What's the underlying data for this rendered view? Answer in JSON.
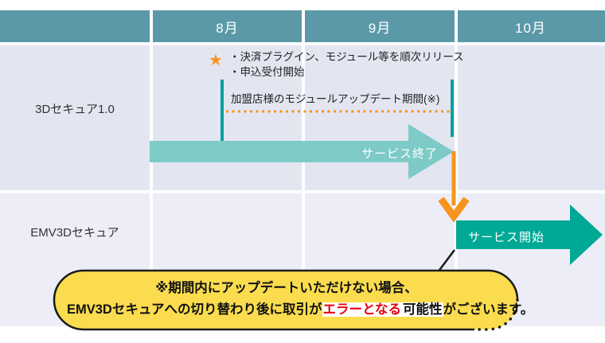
{
  "header": {
    "months": [
      "8月",
      "9月",
      "10月"
    ]
  },
  "rows": [
    {
      "label": "3Dセキュア1.0"
    },
    {
      "label": "EMV3Dセキュア"
    }
  ],
  "timeline": {
    "star_icon": "★",
    "release_note_line1": "・決済プラグイン、モジュール等を順次リリース",
    "release_note_line2": "・申込受付開始",
    "update_period_label": "加盟店様のモジュールアップデート期間(※)",
    "service_end_label": "サービス終了",
    "service_start_label": "サービス開始"
  },
  "callout": {
    "line1": "※期間内にアップデートいただけない場合、",
    "line2_before": "EMV3Dセキュアへの切り替わり後に取引が",
    "line2_error": "エラーとなる",
    "line2_emphasis": "可能性",
    "line2_after": "がございます。"
  },
  "colors": {
    "header-teal": "#5B99A8",
    "row1-bg": "#E3E5F1",
    "row2-bg": "#ECEDF7",
    "bar-teal-light": "#7DCAC6",
    "bar-teal-dark": "#00A896",
    "tick-teal": "#00A0A0",
    "accent-orange": "#F7941E",
    "callout-yellow": "#FBDC4E",
    "callout-outline": "#1A1A1A",
    "error-red": "#E60012"
  }
}
